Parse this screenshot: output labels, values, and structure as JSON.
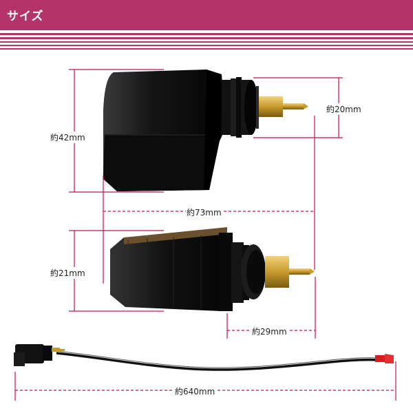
{
  "header": {
    "title": "サイズ",
    "color": "#b3336a"
  },
  "dimensions": {
    "height_top": "約42mm",
    "pin_width": "約20mm",
    "length": "約73mm",
    "height_bottom": "約21mm",
    "thread_length": "約29mm",
    "cable_length": "約640mm"
  },
  "colors": {
    "dimension_line": "#c8104a",
    "body": "#1a1a1a",
    "brass": "#c79a2c"
  }
}
